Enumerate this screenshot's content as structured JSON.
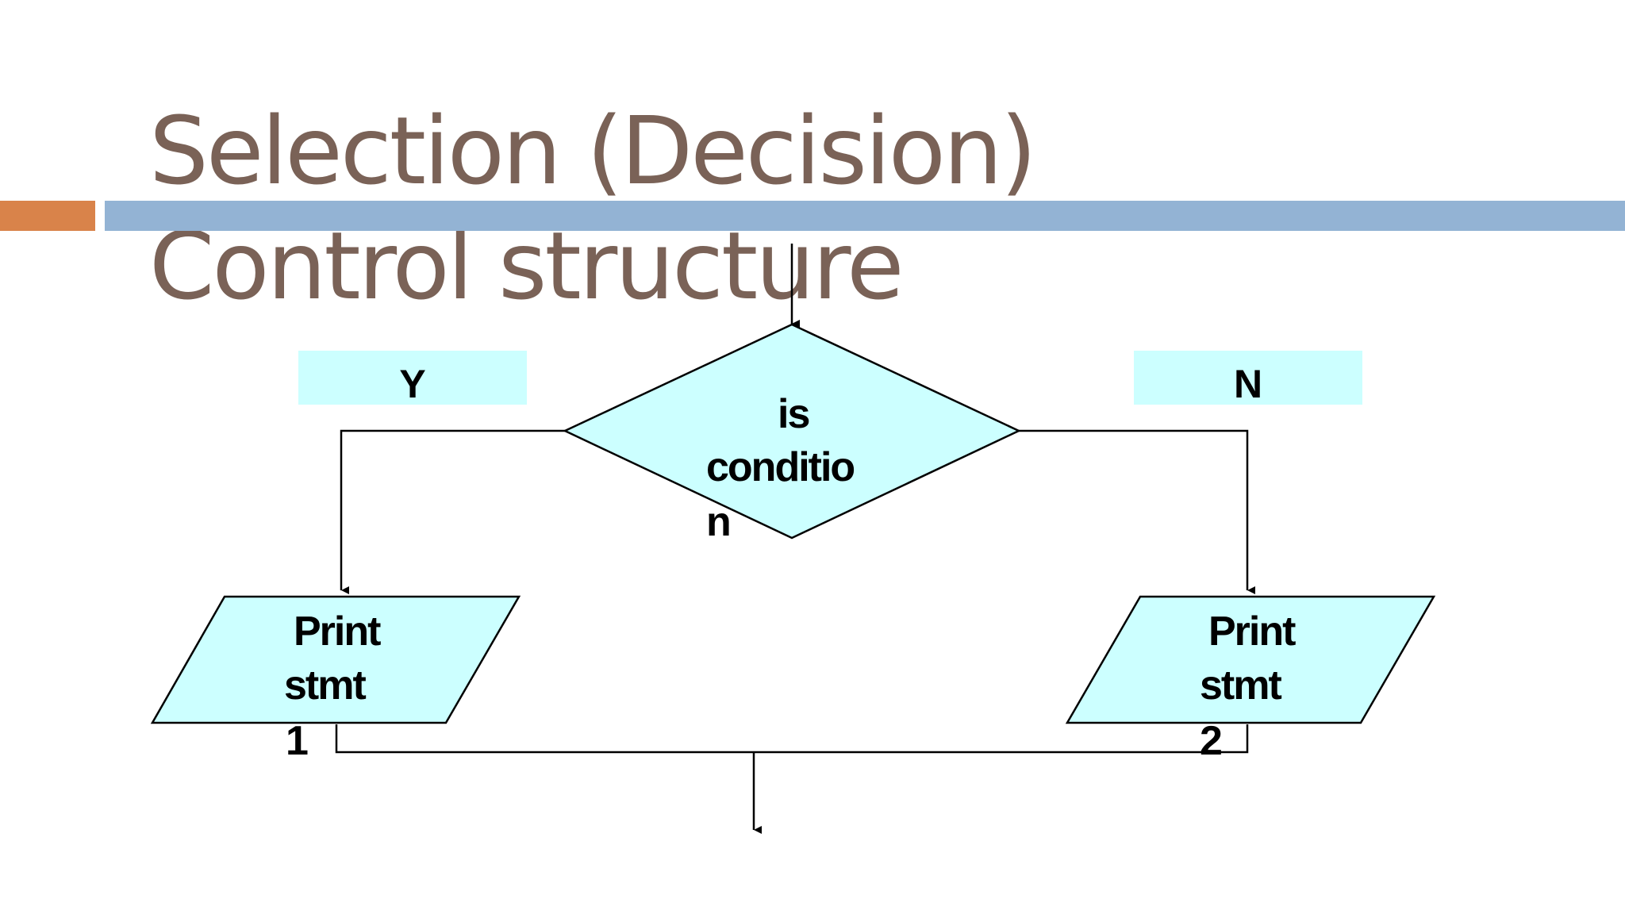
{
  "slide": {
    "title_underlined": "Selection",
    "title_rest": " (Decision) Control structure"
  },
  "diagram": {
    "yes_label": "Y",
    "no_label": "N",
    "decision": {
      "line1": "is",
      "line2": "conditio",
      "line3": "n"
    },
    "left_process": {
      "line1": "Print",
      "line2": "stmt",
      "line3": "1"
    },
    "right_process": {
      "line1": "Print",
      "line2": "stmt",
      "line3": "2"
    }
  },
  "colors": {
    "title": "#7a6257",
    "accent_orange": "#d9834a",
    "accent_blue": "#93b3d4",
    "shape_fill": "#ccffff",
    "line": "#000000"
  }
}
